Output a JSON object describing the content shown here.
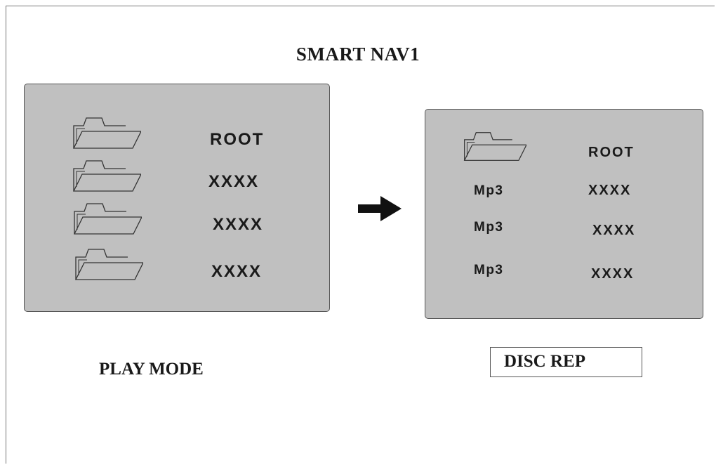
{
  "title": "SMART NAV1",
  "left_screen": {
    "rows": [
      {
        "icon": "folder-icon",
        "label": "ROOT"
      },
      {
        "icon": "folder-icon",
        "label": "XXXX"
      },
      {
        "icon": "folder-icon",
        "label": "XXXX"
      },
      {
        "icon": "folder-icon",
        "label": "XXXX"
      }
    ]
  },
  "arrow_icon": "arrow-right-icon",
  "right_screen": {
    "rows": [
      {
        "icon": "folder-icon",
        "prefix": "",
        "label": "ROOT"
      },
      {
        "icon": "",
        "prefix": "Mp3",
        "label": "XXXX"
      },
      {
        "icon": "",
        "prefix": "Mp3",
        "label": "XXXX"
      },
      {
        "icon": "",
        "prefix": "Mp3",
        "label": "XXXX"
      }
    ]
  },
  "captions": {
    "play_mode": "PLAY MODE",
    "disc_rep": "DISC REP"
  },
  "colors": {
    "screen_bg": "#c0c0c0",
    "text": "#1a1a1a"
  }
}
